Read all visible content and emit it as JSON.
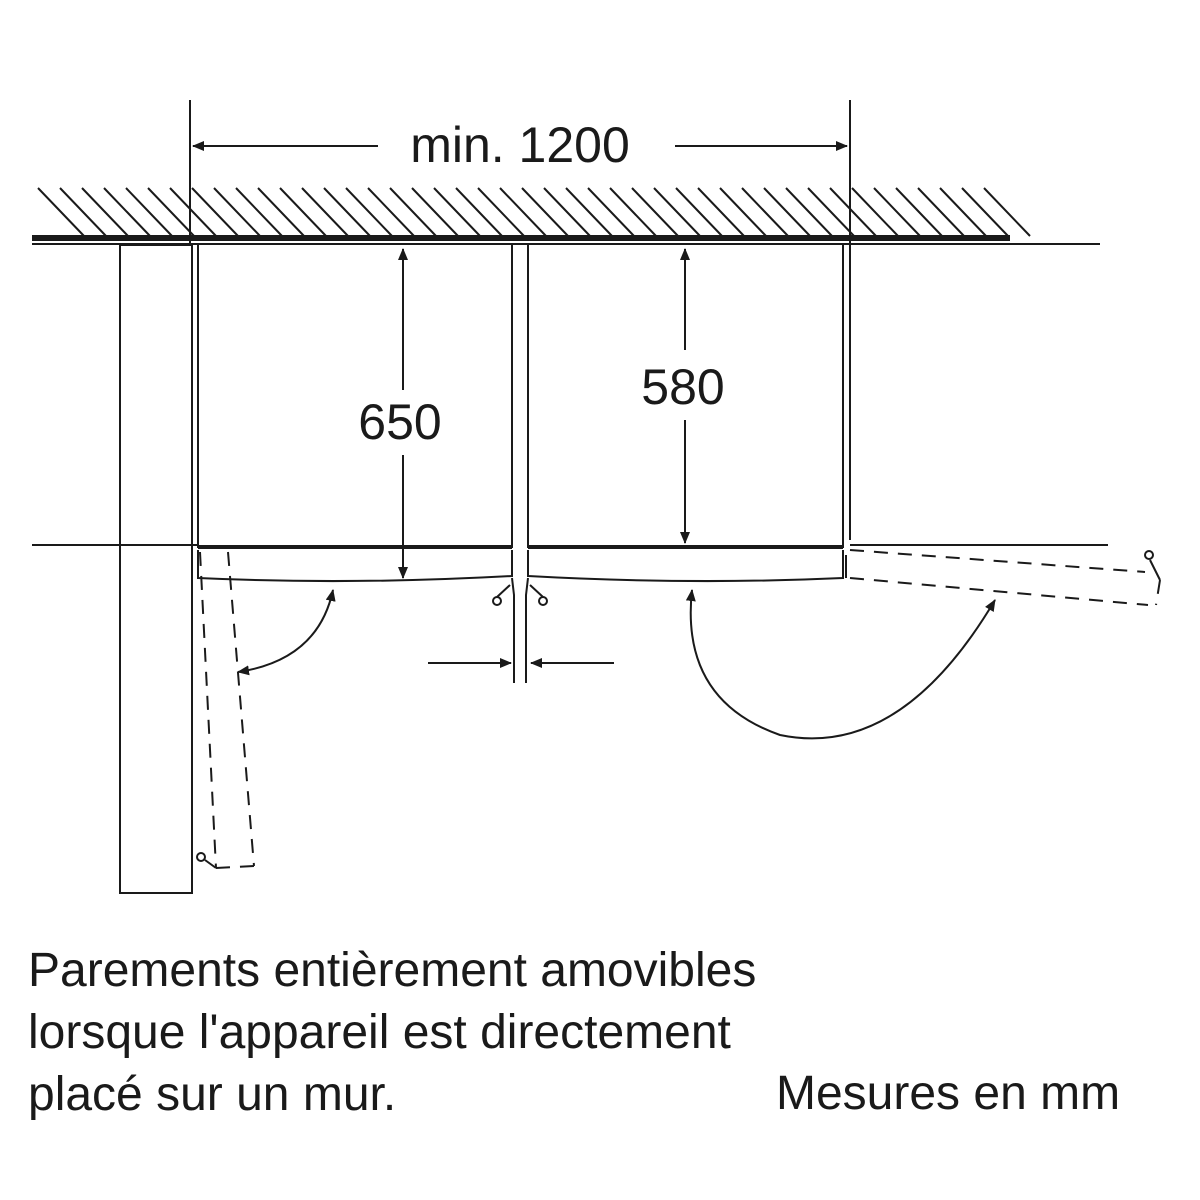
{
  "dimensions": {
    "total_width": "min. 1200",
    "left_depth": "650",
    "right_depth": "580"
  },
  "note_lines": [
    "Parements entièrement amovibles",
    "lorsque l'appareil est directement",
    "placé sur un mur."
  ],
  "units_label": "Mesures en mm",
  "colors": {
    "line": "#1a1a1a",
    "background": "#ffffff"
  }
}
